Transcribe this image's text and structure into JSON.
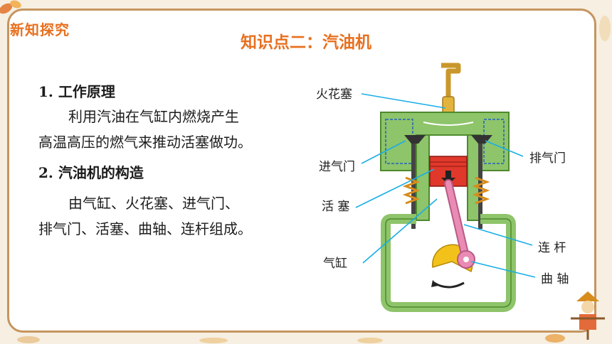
{
  "header": {
    "section_tag": "新知探究",
    "title": "知识点二：汽油机"
  },
  "content": {
    "heading1": "1. 工作原理",
    "principle_line1": "利用汽油在气缸内燃烧产生",
    "principle_line2": "高温高压的燃气来推动活塞做功。",
    "heading2": "2. 汽油机的构造",
    "structure_line1": "由气缸、火花塞、进气门、",
    "structure_line2": "排气门、活塞、曲轴、连杆组成。"
  },
  "diagram": {
    "labels": {
      "spark_plug": "火花塞",
      "intake_valve": "进气门",
      "exhaust_valve": "排气门",
      "piston": "活  塞",
      "cylinder": "气缸",
      "connecting_rod": "连  杆",
      "crankshaft": "曲  轴"
    },
    "colors": {
      "engine_body": "#8ec46a",
      "engine_outline": "#4f8a2e",
      "piston": "#e0382b",
      "rod": "#e98bb4",
      "crank": "#f3c21a",
      "leader_line": "#19aee6",
      "spark_plug": "#e3b43d"
    }
  },
  "theme": {
    "accent": "#e8701f",
    "frame": "#c5955f"
  }
}
